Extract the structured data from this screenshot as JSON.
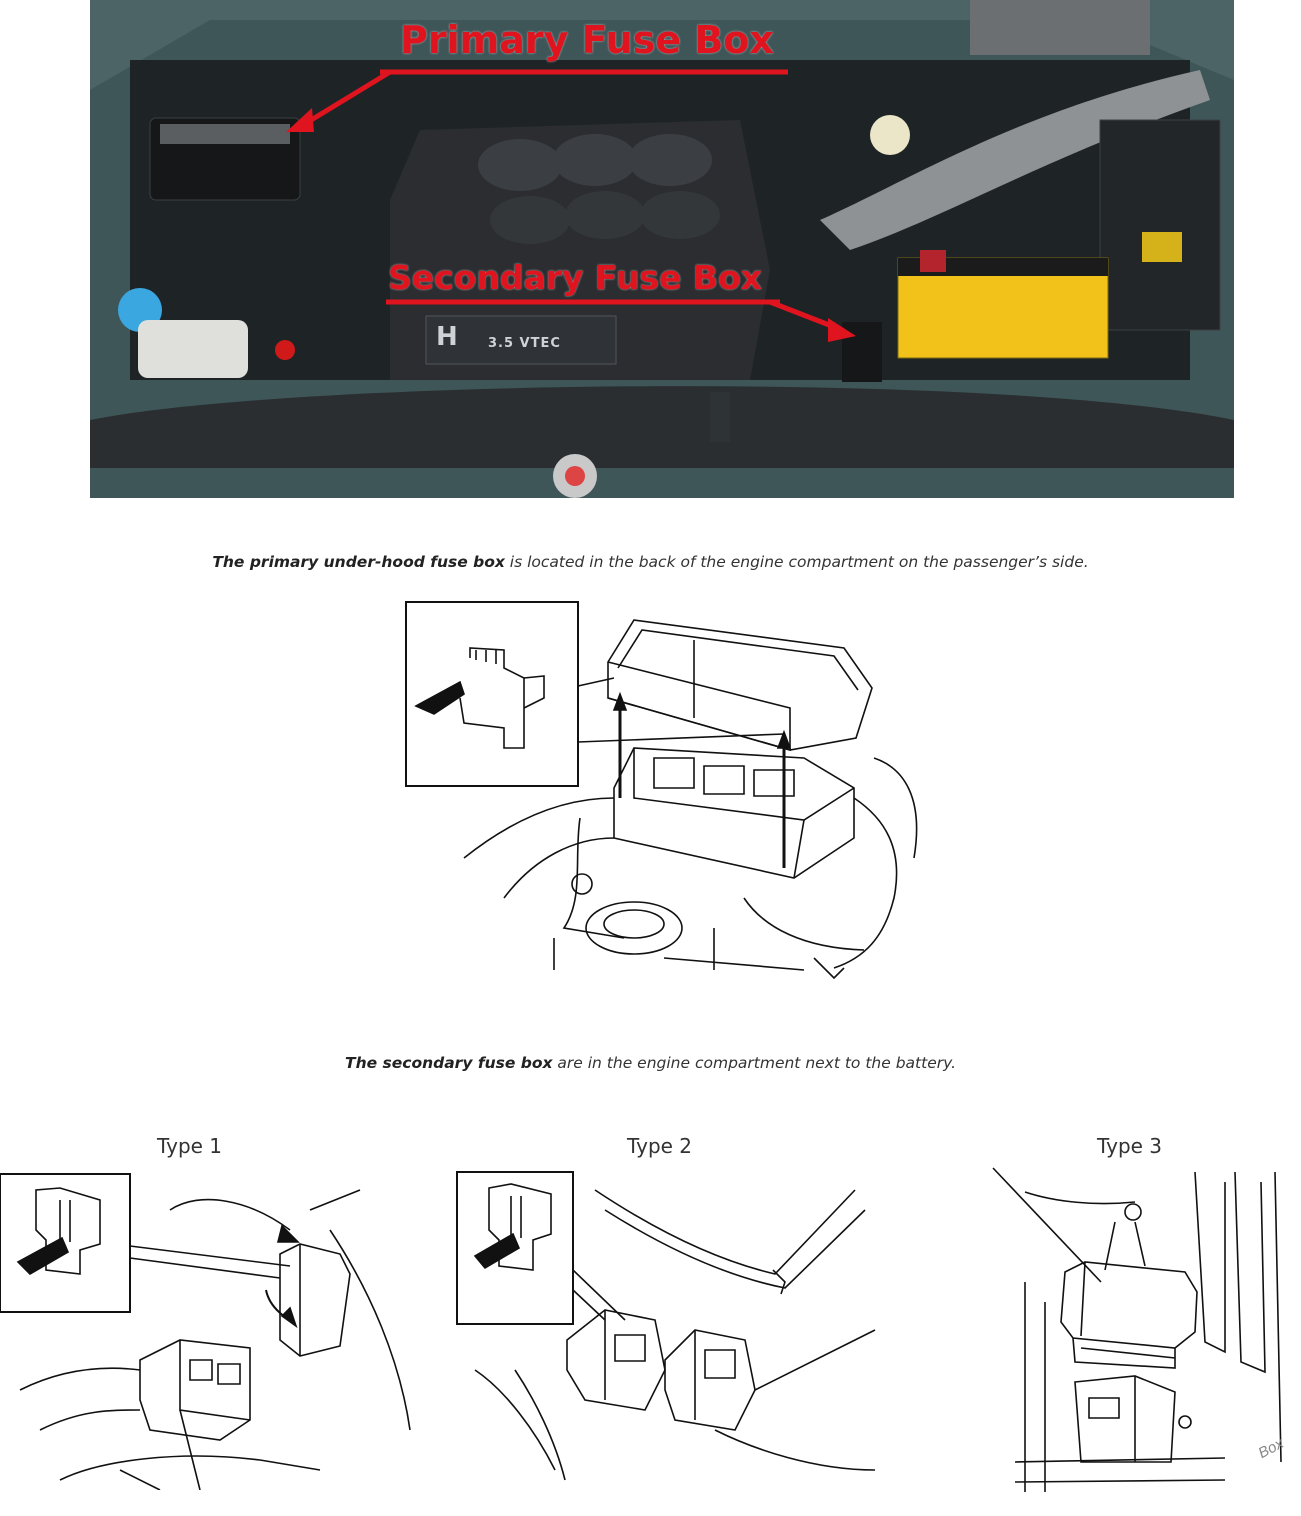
{
  "photo": {
    "primary_label": "Primary Fuse Box",
    "secondary_label": "Secondary Fuse Box",
    "badge_logo": "H",
    "badge_text": "3.5 VTEC",
    "colors": {
      "callout": "#e0141e",
      "battery": "#f2c21b",
      "engine_cover": "#2b2d30",
      "body_paint": "#3f5658"
    }
  },
  "captions": {
    "primary_bold": "The primary under-hood fuse box",
    "primary_rest": " is located in the back of the engine compartment on the passenger’s side.",
    "secondary_bold": "The secondary fuse box",
    "secondary_rest": " are in the engine compartment next to the battery."
  },
  "types": {
    "type1": "Type 1",
    "type2": "Type 2",
    "type3": "Type 3"
  },
  "watermark": "Box"
}
